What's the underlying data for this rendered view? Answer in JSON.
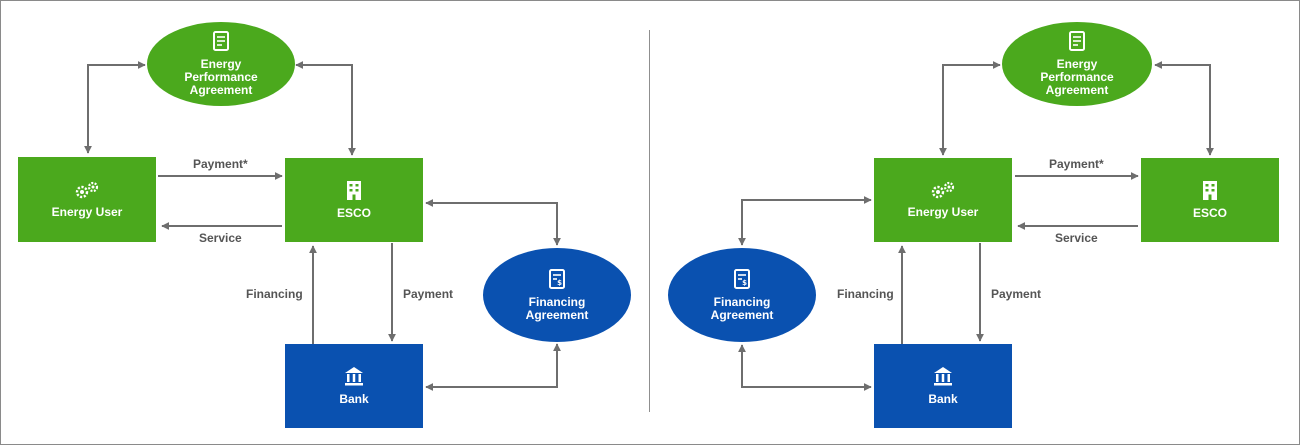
{
  "colors": {
    "green": "#4ba91d",
    "blue": "#0a51b0",
    "arrow": "#6e6e6e",
    "edge_text": "#555555",
    "border": "#8a8a8a"
  },
  "left": {
    "agreement": {
      "label": "Energy\nPerformance\nAgreement",
      "icon": "document-icon"
    },
    "energy_user": {
      "label": "Energy User",
      "icon": "gears-icon"
    },
    "esco": {
      "label": "ESCO",
      "icon": "building-icon"
    },
    "financing_agreement": {
      "label": "Financing\nAgreement",
      "icon": "dollar-document-icon"
    },
    "bank": {
      "label": "Bank",
      "icon": "bank-icon"
    },
    "edges": {
      "payment_star": "Payment*",
      "service": "Service",
      "financing": "Financing",
      "payment": "Payment"
    }
  },
  "right": {
    "agreement": {
      "label": "Energy\nPerformance\nAgreement",
      "icon": "document-icon"
    },
    "energy_user": {
      "label": "Energy User",
      "icon": "gears-icon"
    },
    "esco": {
      "label": "ESCO",
      "icon": "building-icon"
    },
    "financing_agreement": {
      "label": "Financing\nAgreement",
      "icon": "dollar-document-icon"
    },
    "bank": {
      "label": "Bank",
      "icon": "bank-icon"
    },
    "edges": {
      "payment_star": "Payment*",
      "service": "Service",
      "financing": "Financing",
      "payment": "Payment"
    }
  }
}
